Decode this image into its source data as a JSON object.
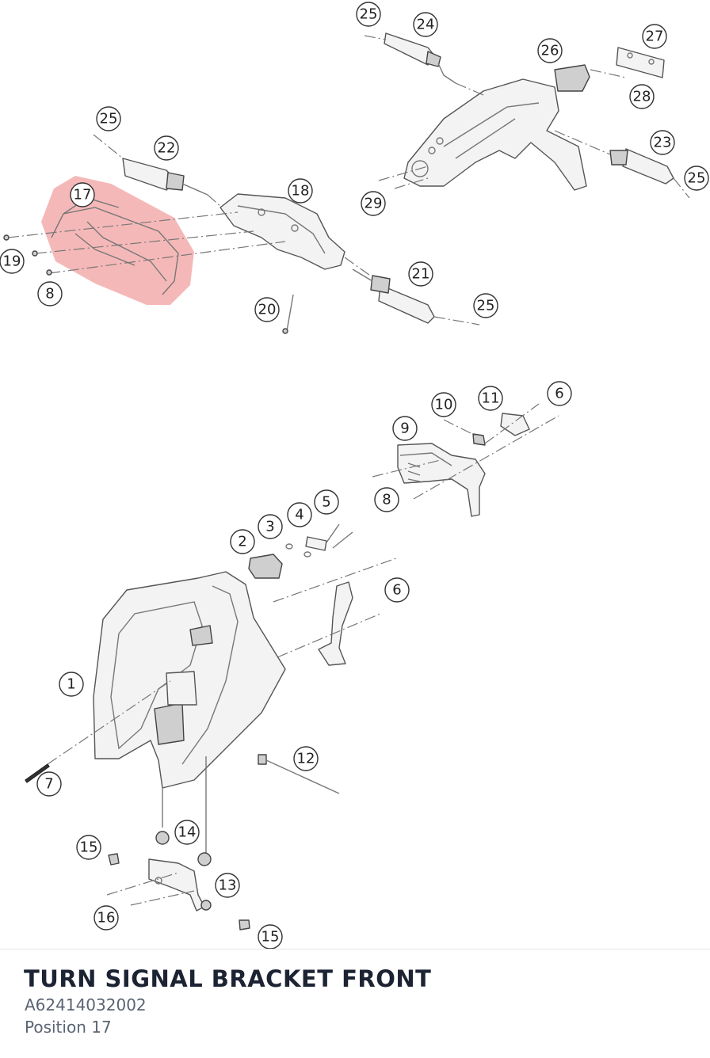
{
  "selected_part": {
    "name": "TURN SIGNAL BRACKET FRONT",
    "part_number": "A62414032002",
    "position": "Position 17"
  },
  "highlight_color": "#f2a0a0",
  "callouts": [
    "25",
    "24",
    "26",
    "27",
    "28",
    "25",
    "22",
    "23",
    "25",
    "17",
    "18",
    "29",
    "19",
    "8",
    "21",
    "20",
    "25",
    "10",
    "11",
    "6",
    "9",
    "8",
    "3",
    "4",
    "5",
    "2",
    "6",
    "1",
    "12",
    "7",
    "14",
    "15",
    "13",
    "16",
    "15"
  ]
}
